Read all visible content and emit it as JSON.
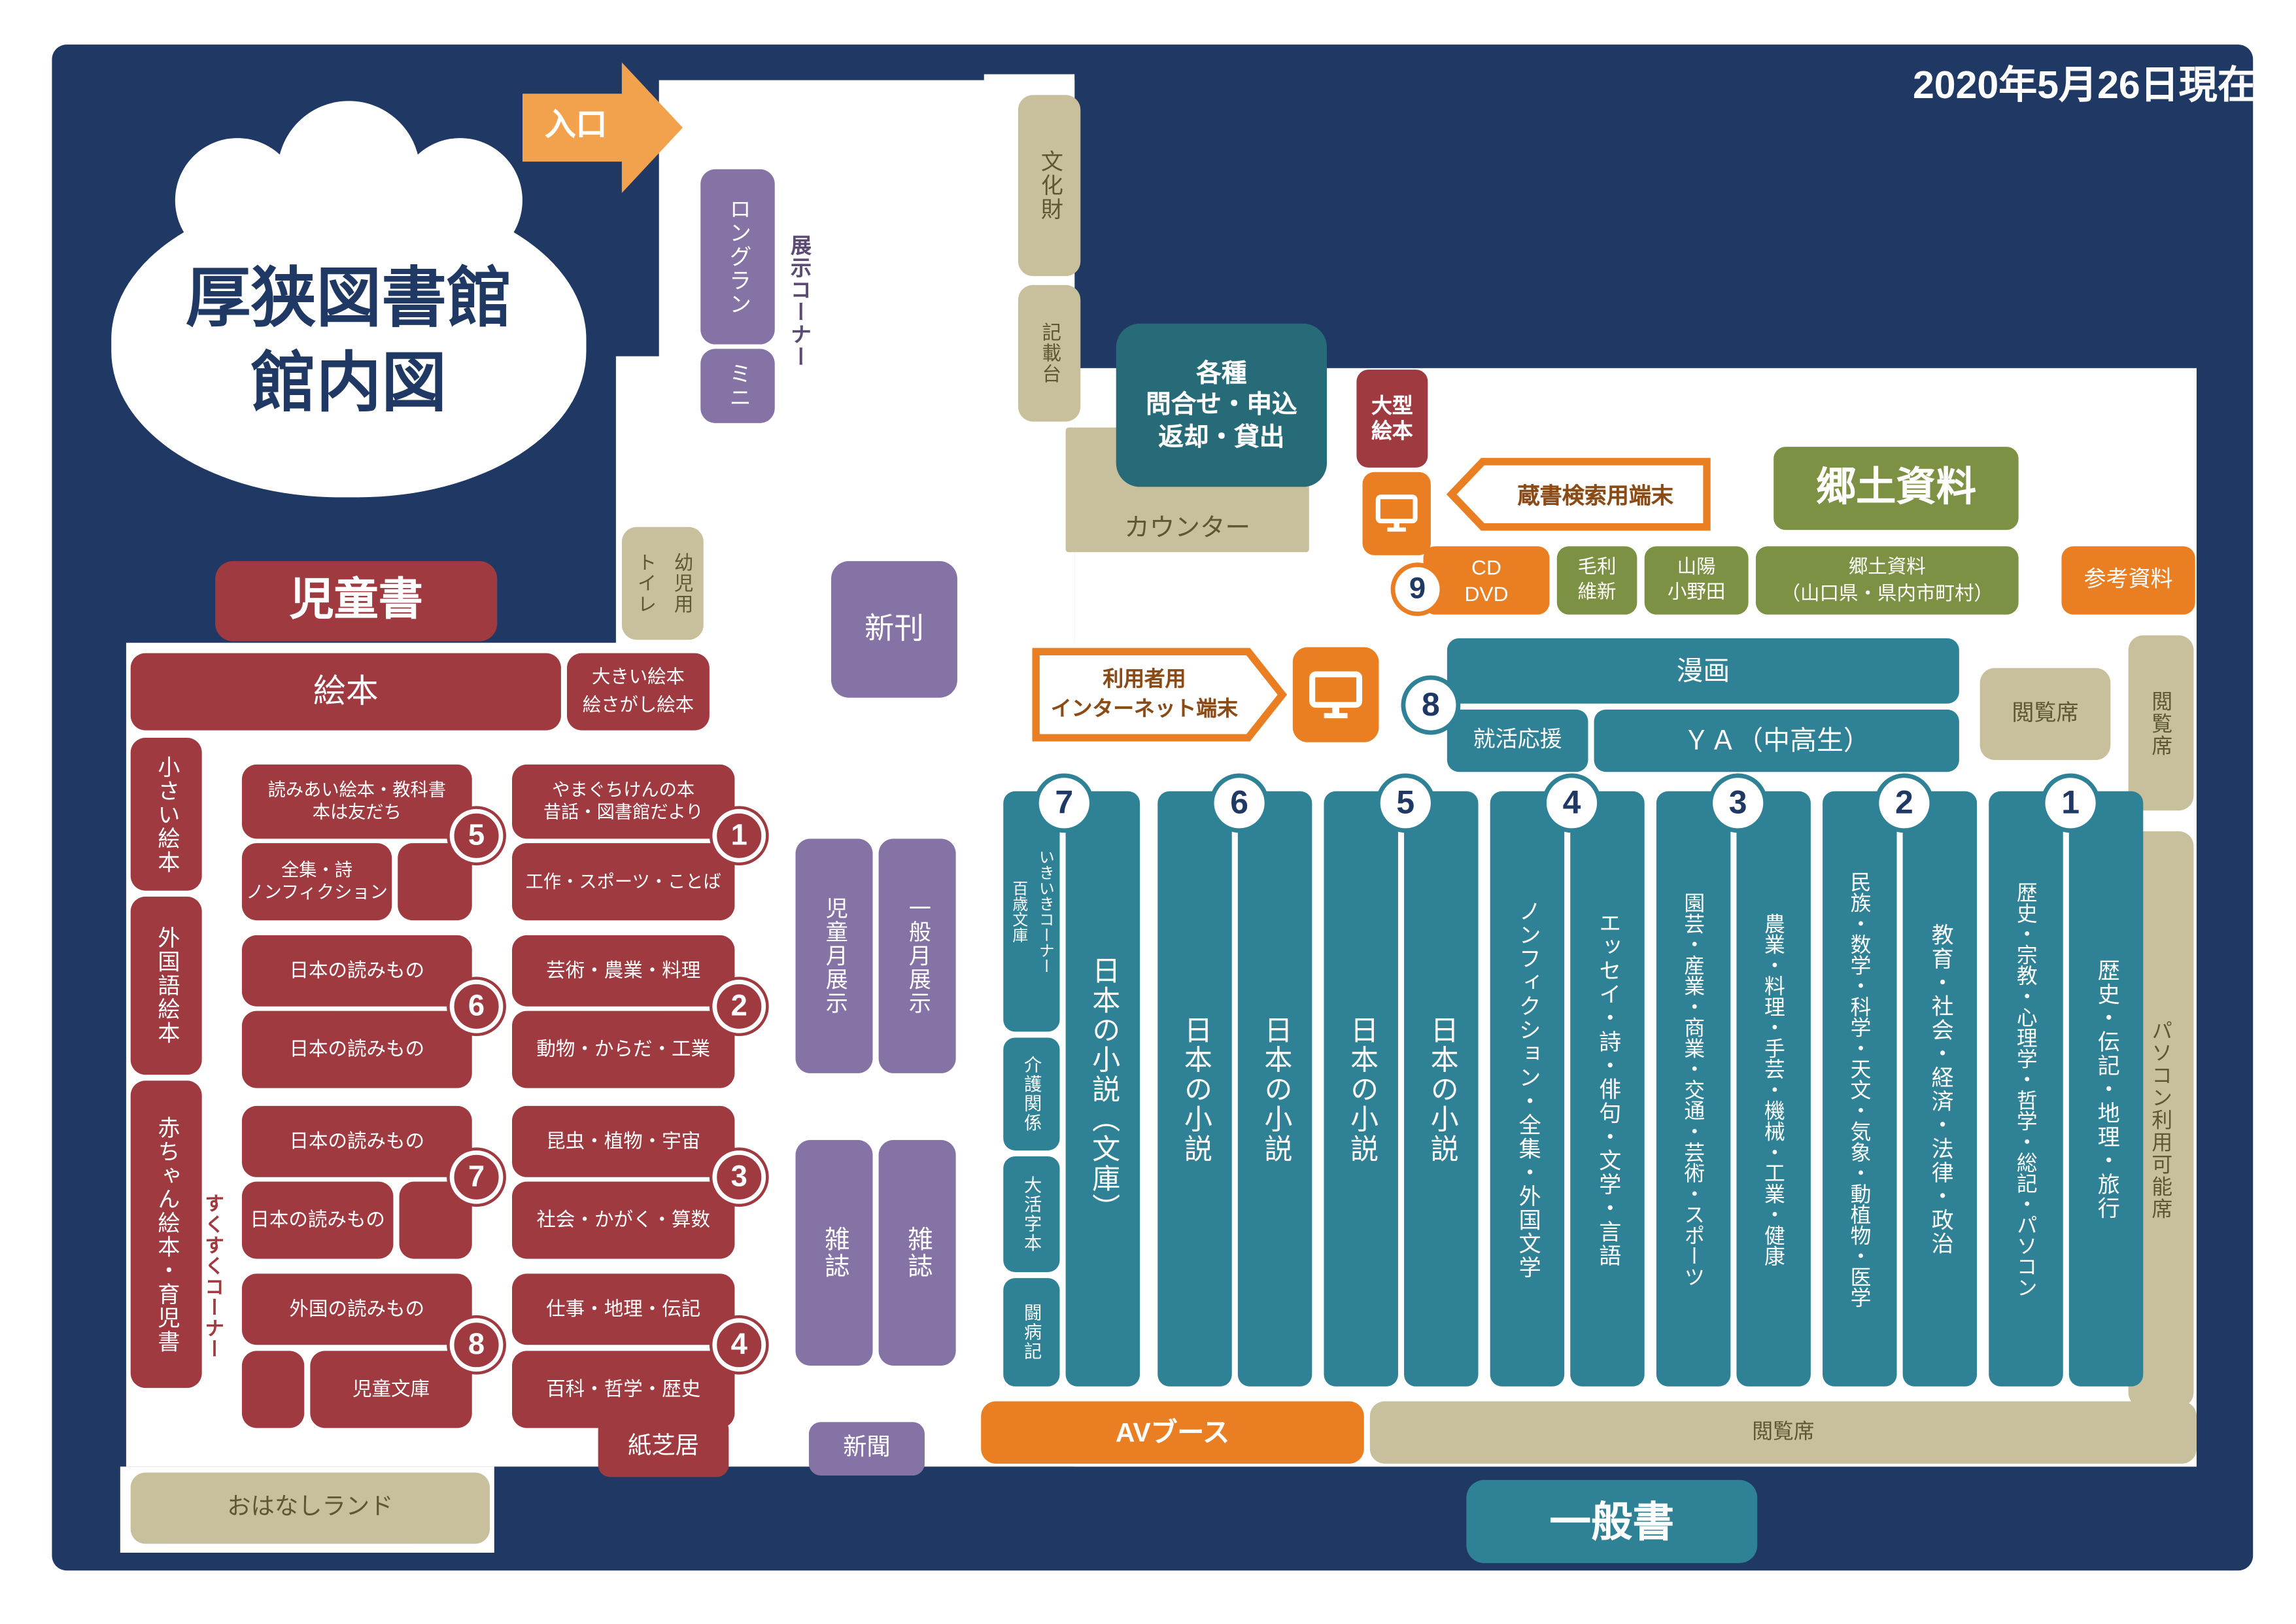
{
  "meta": {
    "date": "2020年5月26日現在"
  },
  "title": {
    "line1": "厚狭図書館",
    "line2": "館内図"
  },
  "entrance": {
    "label": "入口"
  },
  "exhibition": {
    "label": "展示コーナー",
    "longrun": "ロングラン",
    "mini": "ミニ"
  },
  "facilities": {
    "bunkazai": "文化財",
    "kisaidai": "記載台",
    "toilet": "幼児用\nトイレ",
    "counter": "カウンター",
    "inquiries": "各種\n問合せ・申込\n返却・貸出"
  },
  "terminals": {
    "search_label": "蔵書検索用端末",
    "internet_label": "利用者用\nインターネット端末",
    "cd_dvd": "CD\nDVD",
    "cd_num": "9",
    "internet_num": "8"
  },
  "kyodo": {
    "big": "郷土資料",
    "mori": "毛利\n維新",
    "sanyo": "山陽\n小野田",
    "row": "郷土資料\n（山口県・県内市町村）",
    "sanko": "参考資料",
    "ogata_ehon": "大型\n絵本"
  },
  "teen": {
    "manga": "漫画",
    "ya": "ＹＡ（中高生）",
    "shukatsu": "就活応援"
  },
  "seats": {
    "etsuran": "閲覧席",
    "pc": "パソコン利用可能席"
  },
  "children": {
    "header": "児童書",
    "ehon": "絵本",
    "big_ehon": "大きい絵本\n絵さがし絵本",
    "small_ehon": "小さい絵本",
    "foreign_ehon": "外国語絵本",
    "baby": "赤ちゃん絵本・育児書",
    "sukusuku": "すくすくコーナー",
    "kamishibai": "紙芝居",
    "ohanashi": "おはなしランド",
    "groups": [
      {
        "num": "5",
        "top": "読みあい絵本・教科書\n本は友だち",
        "bottom": "全集・詩\nノンフィクション"
      },
      {
        "num": "1",
        "top": "やまぐちけんの本\n昔話・図書館だより",
        "bottom": "工作・スポーツ・ことば"
      },
      {
        "num": "6",
        "top": "日本の読みもの",
        "bottom": "日本の読みもの"
      },
      {
        "num": "2",
        "top": "芸術・農業・料理",
        "bottom": "動物・からだ・工業"
      },
      {
        "num": "7",
        "top": "日本の読みもの",
        "bottom": "日本の読みもの"
      },
      {
        "num": "3",
        "top": "昆虫・植物・宇宙",
        "bottom": "社会・かがく・算数"
      },
      {
        "num": "8",
        "top": "外国の読みもの",
        "bottom": "児童文庫"
      },
      {
        "num": "4",
        "top": "仕事・地理・伝記",
        "bottom": "百科・哲学・歴史"
      }
    ]
  },
  "display": {
    "shinkan": "新刊",
    "jido_tsuki": "児童月展示",
    "ippan_tsuki": "一般月展示",
    "zasshi1": "雑誌",
    "zasshi2": "雑誌",
    "shinbun": "新聞"
  },
  "adult": {
    "strip": [
      "いきいきコーナー\n百歳文庫",
      "介護関係",
      "大活字本",
      "闘病記"
    ],
    "sections": [
      {
        "num": "7",
        "main": "日本の小説（文庫）"
      },
      {
        "num": "6",
        "left": "日本の小説",
        "right": "日本の小説"
      },
      {
        "num": "5",
        "left": "日本の小説",
        "right": "日本の小説"
      },
      {
        "num": "4",
        "left": "ノンフィクション・全集・外国文学",
        "right": "エッセイ・詩・俳句・文学・言語"
      },
      {
        "num": "3",
        "left": "園芸・産業・商業・交通・芸術・スポーツ",
        "right": "農業・料理・手芸・機械・工業・健康"
      },
      {
        "num": "2",
        "left": "民族・数学・科学・天文・気象・動植物・医学",
        "right": "教育・社会・経済・法律・政治"
      },
      {
        "num": "1",
        "left": "歴史・宗教・心理学・哲学・総記・パソコン",
        "right": "歴史・伝記・地理・旅行"
      }
    ]
  },
  "bottom": {
    "av": "AVブース",
    "etsuran_bar": "閲覧席",
    "ippan": "一般書"
  },
  "colors": {
    "navy": "#1F3864",
    "red": "#9E3A40",
    "teal": "#2F8195",
    "teal_dark": "#266B77",
    "purple": "#8573A5",
    "orange": "#E97E22",
    "orange_light": "#F2A14D",
    "green": "#7D9144",
    "tan": "#C8C09D",
    "callout_text": "#8A4B17"
  }
}
